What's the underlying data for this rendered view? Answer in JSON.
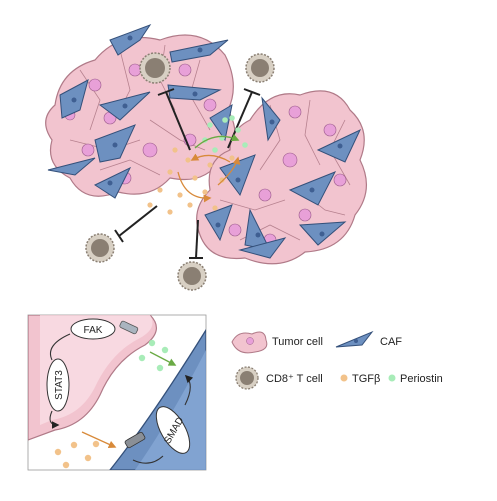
{
  "legend": {
    "tumor_cell": "Tumor cell",
    "caf": "CAF",
    "cd8_t_cell": "CD8⁺ T cell",
    "tgfb": "TGFβ",
    "periostin": "Periostin"
  },
  "inset": {
    "fak": "FAK",
    "stat3": "STAT3",
    "smad": "SMAD"
  },
  "colors": {
    "tumor_fill": "#f2c4cf",
    "tumor_stroke": "#b07a88",
    "tumor_nucleus": "#e8a0d8",
    "caf_fill": "#6d90c0",
    "caf_stroke": "#34507a",
    "tcell_fill": "#8a7f73",
    "tcell_ring": "#d8d0c4",
    "tgfb": "#f2c28a",
    "periostin": "#a8ecb8",
    "arrow_orange": "#d88a3a",
    "arrow_green": "#6aaa44"
  }
}
